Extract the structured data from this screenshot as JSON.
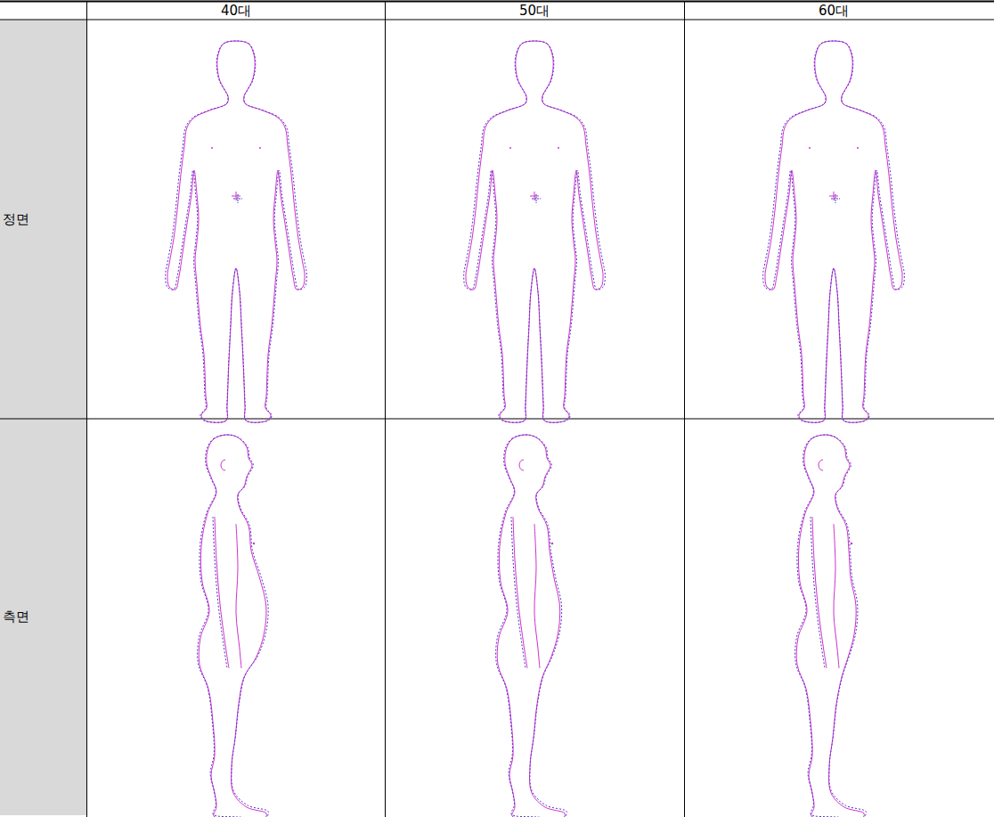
{
  "diagram": {
    "labels": [
      "40대",
      "50대",
      "60대",
      "정면",
      "측면"
    ]
  }
}
